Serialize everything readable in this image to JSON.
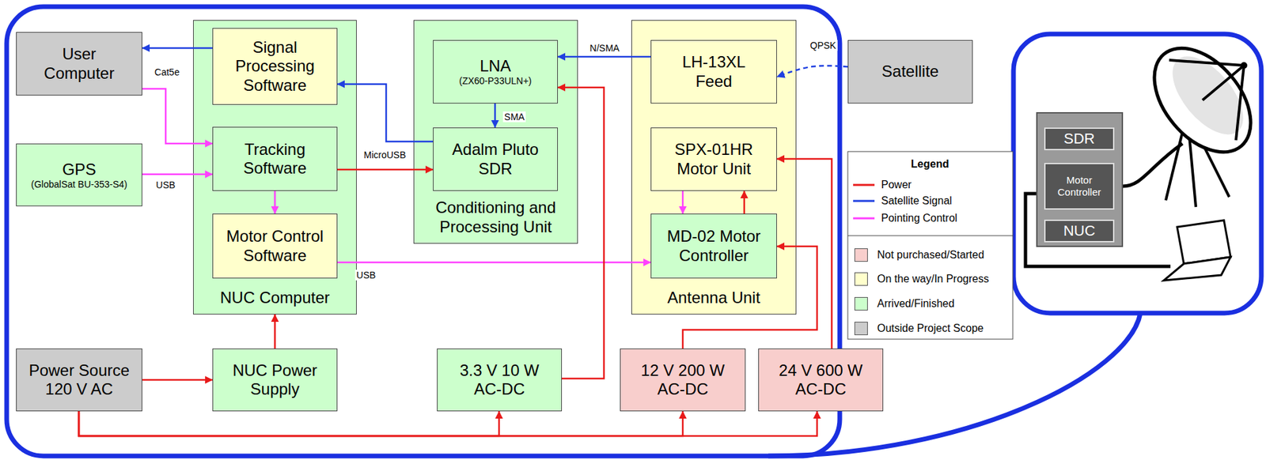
{
  "diagram": {
    "nodes": [
      {
        "text": [
          "User Computer"
        ]
      },
      {
        "text": [
          "NUC Computer"
        ]
      },
      {
        "text": [
          "Signal Processing Software"
        ],
        "in": 1
      },
      {
        "text": [
          "Tracking Software"
        ],
        "in": 1
      },
      {
        "text": [
          "Motor Control Software"
        ],
        "in": 1
      },
      {
        "text": [
          "GPS",
          "(GlobalSat BU-353-S4)"
        ]
      },
      {
        "text": [
          "Conditioning and Processing Unit"
        ]
      },
      {
        "text": [
          "LNA",
          "(ZX60-P33ULN+)"
        ],
        "in": 6
      },
      {
        "text": [
          "Adalm Pluto SDR"
        ],
        "in": 6
      },
      {
        "text": [
          "Antenna Unit"
        ]
      },
      {
        "text": [
          "LH-13XL Feed"
        ],
        "in": 9
      },
      {
        "text": [
          "SPX-01HR Motor Unit"
        ],
        "in": 9
      },
      {
        "text": [
          "MD-02 Motor Controller"
        ],
        "in": 9
      },
      {
        "text": [
          "Satellite"
        ]
      },
      {
        "text": [
          "Power Source 120 V AC"
        ]
      },
      {
        "text": [
          "NUC Power Supply"
        ]
      },
      {
        "text": [
          "3.3 V 10 W AC-DC"
        ]
      },
      {
        "text": [
          "12 V 200 W AC-DC"
        ]
      },
      {
        "text": [
          "24 V 600 W AC-DC"
        ]
      },
      {
        "text": [
          "SDR"
        ]
      },
      {
        "text": [
          "Motor Controller"
        ]
      },
      {
        "text": [
          "NUC"
        ]
      }
    ],
    "edges": [
      {
        "from": 2,
        "to": 0,
        "arrow": "to"
      },
      {
        "from": 0,
        "to": 3,
        "label": "Cat5e",
        "arrow": "to"
      },
      {
        "from": 5,
        "to": 3,
        "label": "USB",
        "arrow": "to"
      },
      {
        "from": 3,
        "to": 4,
        "arrow": "to"
      },
      {
        "from": 3,
        "to": 8,
        "label": "MicroUSB",
        "arrow": "to"
      },
      {
        "from": 8,
        "to": 2,
        "arrow": "to"
      },
      {
        "from": 7,
        "to": 8,
        "label": "SMA",
        "arrow": "to"
      },
      {
        "from": 10,
        "to": 7,
        "label": "N/SMA",
        "arrow": "to"
      },
      {
        "from": 13,
        "to": 10,
        "label": "QPSK",
        "arrow": "to"
      },
      {
        "from": 4,
        "to": 12,
        "label": "USB",
        "arrow": "to"
      },
      {
        "from": 11,
        "to": 12,
        "arrow": "to"
      },
      {
        "from": 12,
        "to": 11,
        "arrow": "to"
      },
      {
        "from": 18,
        "to": 11,
        "arrow": "to"
      },
      {
        "from": 17,
        "to": 12,
        "arrow": "to"
      },
      {
        "from": 16,
        "to": 7,
        "arrow": "to"
      },
      {
        "from": 14,
        "to": 15,
        "arrow": "to"
      },
      {
        "from": 15,
        "to": 1,
        "arrow": "to"
      },
      {
        "from": 14,
        "to": 16,
        "arrow": "to"
      },
      {
        "from": 14,
        "to": 17,
        "arrow": "to"
      },
      {
        "from": 14,
        "to": 18,
        "arrow": "to"
      }
    ],
    "labels": [
      "Legend"
    ],
    "legend": [
      {
        "text": "Power"
      },
      {
        "text": "Satellite Signal"
      },
      {
        "text": "Pointing Control"
      },
      {
        "text": "Not purchased/Started",
        "color": "#f8cecc"
      },
      {
        "text": "On the way/In Progress",
        "color": "#ffffcc"
      },
      {
        "text": "Arrived/Finished",
        "color": "#ccffcc"
      },
      {
        "text": "Outside Project Scope",
        "color": "#cccccc"
      }
    ]
  }
}
